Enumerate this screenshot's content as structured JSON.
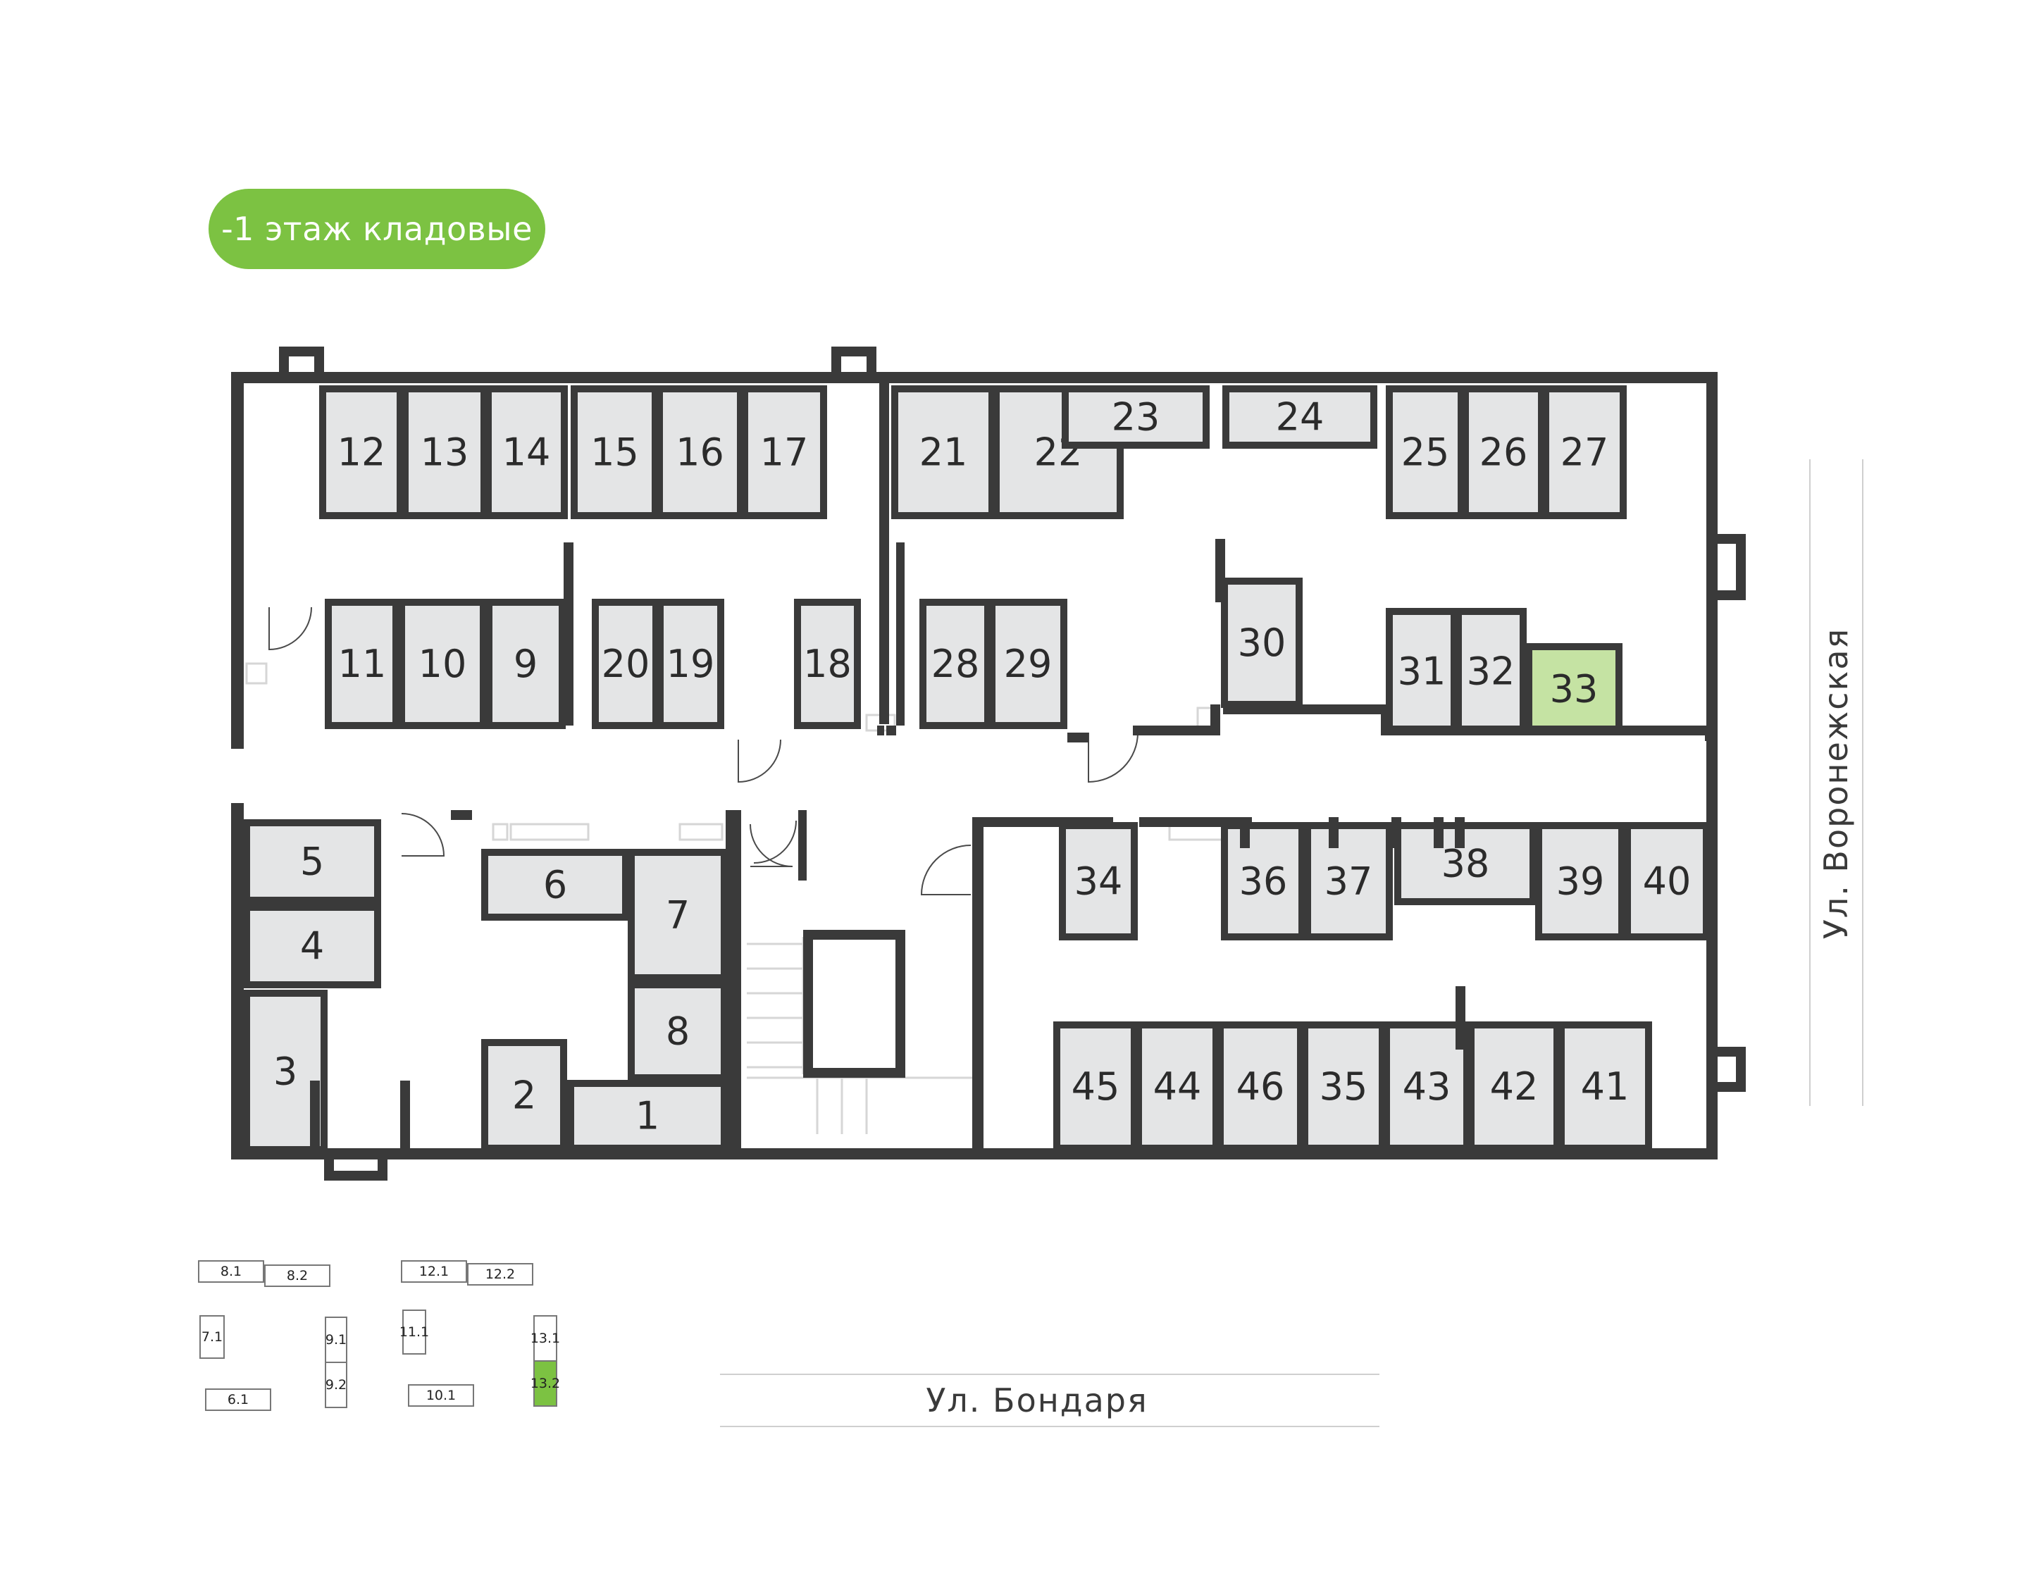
{
  "floor_badge": "-1 этаж кладовые",
  "streets": {
    "bottom": "Ул. Бондаря",
    "right": "Ул. Воронежская"
  },
  "colors": {
    "accent": "#7cc242",
    "highlight_unit": "#c5e3a3",
    "unit_fill": "#e4e5e6",
    "wall": "#3a3a3a"
  },
  "highlighted_unit": "33",
  "units": [
    "1",
    "2",
    "3",
    "4",
    "5",
    "6",
    "7",
    "8",
    "9",
    "10",
    "11",
    "12",
    "13",
    "14",
    "15",
    "16",
    "17",
    "18",
    "19",
    "20",
    "21",
    "22",
    "23",
    "24",
    "25",
    "26",
    "27",
    "28",
    "29",
    "30",
    "31",
    "32",
    "33",
    "34",
    "35",
    "36",
    "37",
    "38",
    "39",
    "40",
    "41",
    "42",
    "43",
    "44",
    "45",
    "46"
  ],
  "building_map": {
    "sections": [
      "8.1",
      "8.2",
      "7.1",
      "9.1",
      "9.2",
      "6.1",
      "12.1",
      "12.2",
      "11.1",
      "10.1",
      "13.1",
      "13.2"
    ],
    "highlighted_section": "13.2"
  }
}
